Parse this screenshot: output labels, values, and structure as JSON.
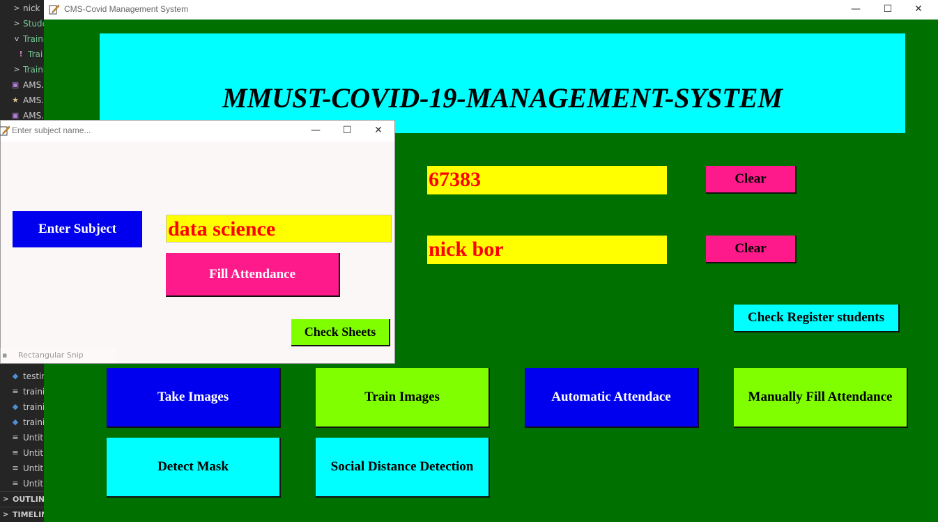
{
  "sidebar": {
    "items": [
      {
        "twisty": ">",
        "label": "nick",
        "color": "#cccccc"
      },
      {
        "twisty": ">",
        "label": "Stude",
        "color": "#73c991"
      },
      {
        "twisty": "v",
        "label": "Traini",
        "color": "#73c991"
      },
      {
        "twisty": "!",
        "label": "Trai",
        "color": "#73c991"
      },
      {
        "twisty": ">",
        "label": "Traini",
        "color": "#73c991"
      },
      {
        "icon": "image-file-icon",
        "label": "AMS.",
        "color": "#cccccc"
      },
      {
        "icon": "star-icon",
        "label": "AMS.",
        "color": "#cccccc"
      },
      {
        "icon": "image-file-icon",
        "label": "AMS.",
        "color": "#cccccc"
      }
    ],
    "lower_items": [
      {
        "icon": "python-file-icon",
        "label": "testin"
      },
      {
        "icon": "text-file-icon",
        "label": "traini"
      },
      {
        "icon": "python-file-icon",
        "label": "traini"
      },
      {
        "icon": "python-file-icon",
        "label": "traini"
      },
      {
        "icon": "text-file-icon",
        "label": "Untit"
      },
      {
        "icon": "text-file-icon",
        "label": "Untit"
      },
      {
        "icon": "text-file-icon",
        "label": "Untit"
      },
      {
        "icon": "text-file-icon",
        "label": "Untit"
      }
    ],
    "sections": [
      "OUTLINE",
      "TIMELIN"
    ]
  },
  "main_window": {
    "title": "CMS-Covid Management System",
    "banner_title": "MMUST-COVID-19-MANAGEMENT-SYSTEM",
    "id_value": "67383",
    "name_value": "nick bor",
    "clear_1": "Clear",
    "clear_2": "Clear",
    "check_register": "Check Register students",
    "take_images": "Take Images",
    "train_images": "Train Images",
    "automatic_attendance": "Automatic Attendace",
    "manual_attendance": "Manually Fill Attendance",
    "detect_mask": "Detect Mask",
    "social_distance": "Social Distance Detection"
  },
  "dialog": {
    "title": "Enter subject name...",
    "enter_subject": "Enter Subject",
    "subject_value": "data science",
    "fill_attendance": "Fill Attendance",
    "check_sheets": "Check Sheets"
  },
  "snip_overlay": "Rectangular Snip",
  "window_controls": {
    "minimize": "—",
    "maximize": "☐",
    "close": "✕"
  },
  "colors": {
    "window_bg": "#007000",
    "banner": "#00ffff",
    "field_bg": "#ffff00",
    "field_text": "#ff0000",
    "pink": "#ff1a8c",
    "blue": "#0000ee",
    "lime": "#80ff00",
    "cyan": "#00ffff"
  }
}
